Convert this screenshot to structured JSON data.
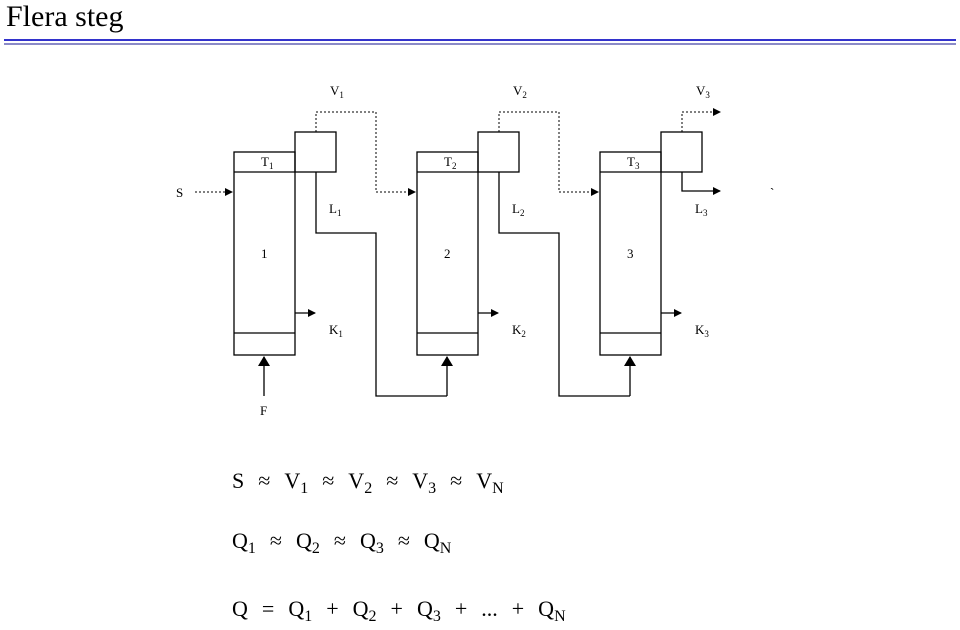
{
  "title": "Flera steg",
  "diagram": {
    "stages": [
      {
        "number": "1",
        "T": "T",
        "T_sub": "1",
        "V": "V",
        "V_sub": "1",
        "L": "L",
        "L_sub": "1",
        "K": "K",
        "K_sub": "1"
      },
      {
        "number": "2",
        "T": "T",
        "T_sub": "2",
        "V": "V",
        "V_sub": "2",
        "L": "L",
        "L_sub": "2",
        "K": "K",
        "K_sub": "2"
      },
      {
        "number": "3",
        "T": "T",
        "T_sub": "3",
        "V": "V",
        "V_sub": "3",
        "L": "L",
        "L_sub": "3",
        "K": "K",
        "K_sub": "3"
      }
    ],
    "feed_label": "S",
    "bottom_feed_label": "F",
    "stray_mark": "`"
  },
  "equations": {
    "line1": [
      {
        "t": "S"
      },
      {
        "op": "≈"
      },
      {
        "t": "V",
        "s": "1"
      },
      {
        "op": "≈"
      },
      {
        "t": "V",
        "s": "2"
      },
      {
        "op": "≈"
      },
      {
        "t": "V",
        "s": "3"
      },
      {
        "op": "≈"
      },
      {
        "t": "V",
        "s": "N"
      }
    ],
    "line2": [
      {
        "t": "Q",
        "s": "1"
      },
      {
        "op": "≈"
      },
      {
        "t": "Q",
        "s": "2"
      },
      {
        "op": "≈"
      },
      {
        "t": "Q",
        "s": "3"
      },
      {
        "op": "≈"
      },
      {
        "t": "Q",
        "s": "N"
      }
    ],
    "line3": [
      {
        "t": "Q"
      },
      {
        "op": "="
      },
      {
        "t": "Q",
        "s": "1"
      },
      {
        "op": "+"
      },
      {
        "t": "Q",
        "s": "2"
      },
      {
        "op": "+"
      },
      {
        "t": "Q",
        "s": "3"
      },
      {
        "op": "+"
      },
      {
        "t": "..."
      },
      {
        "op": "+"
      },
      {
        "t": "Q",
        "s": "N"
      }
    ]
  }
}
